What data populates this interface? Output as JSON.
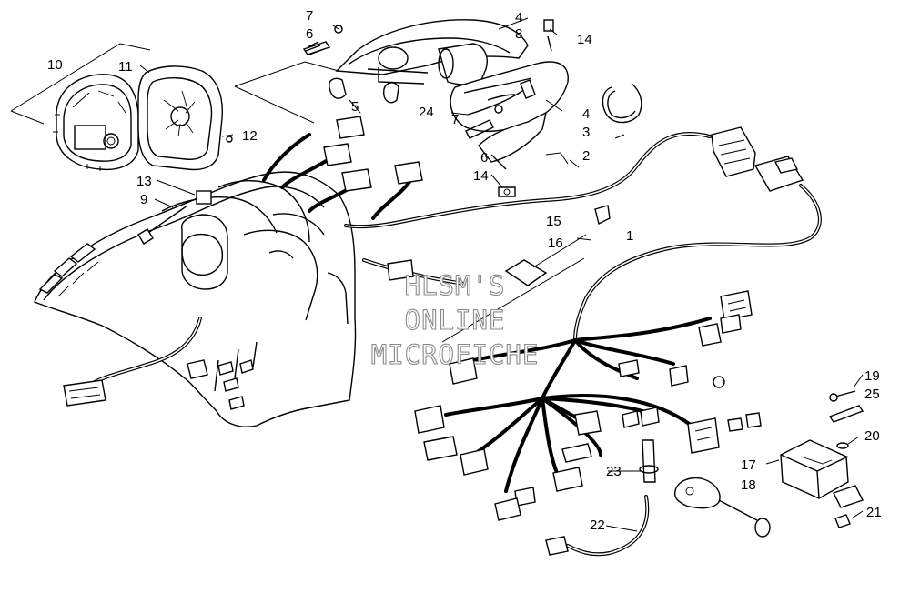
{
  "callouts": {
    "c1": "1",
    "c2": "2",
    "c3": "3",
    "c4a": "4",
    "c4b": "4",
    "c5": "5",
    "c6a": "6",
    "c6b": "6",
    "c7a": "7",
    "c7b": "7",
    "c8": "8",
    "c9": "9",
    "c10": "10",
    "c11": "11",
    "c12": "12",
    "c13": "13",
    "c14a": "14",
    "c14b": "14",
    "c15": "15",
    "c16": "16",
    "c17": "17",
    "c18": "18",
    "c19": "19",
    "c20": "20",
    "c21": "21",
    "c22": "22",
    "c23": "23",
    "c24": "24",
    "c25": "25"
  },
  "watermark": {
    "line1": "HLSM'S",
    "line2": "ONLINE",
    "line3": "MICROFICHE"
  }
}
